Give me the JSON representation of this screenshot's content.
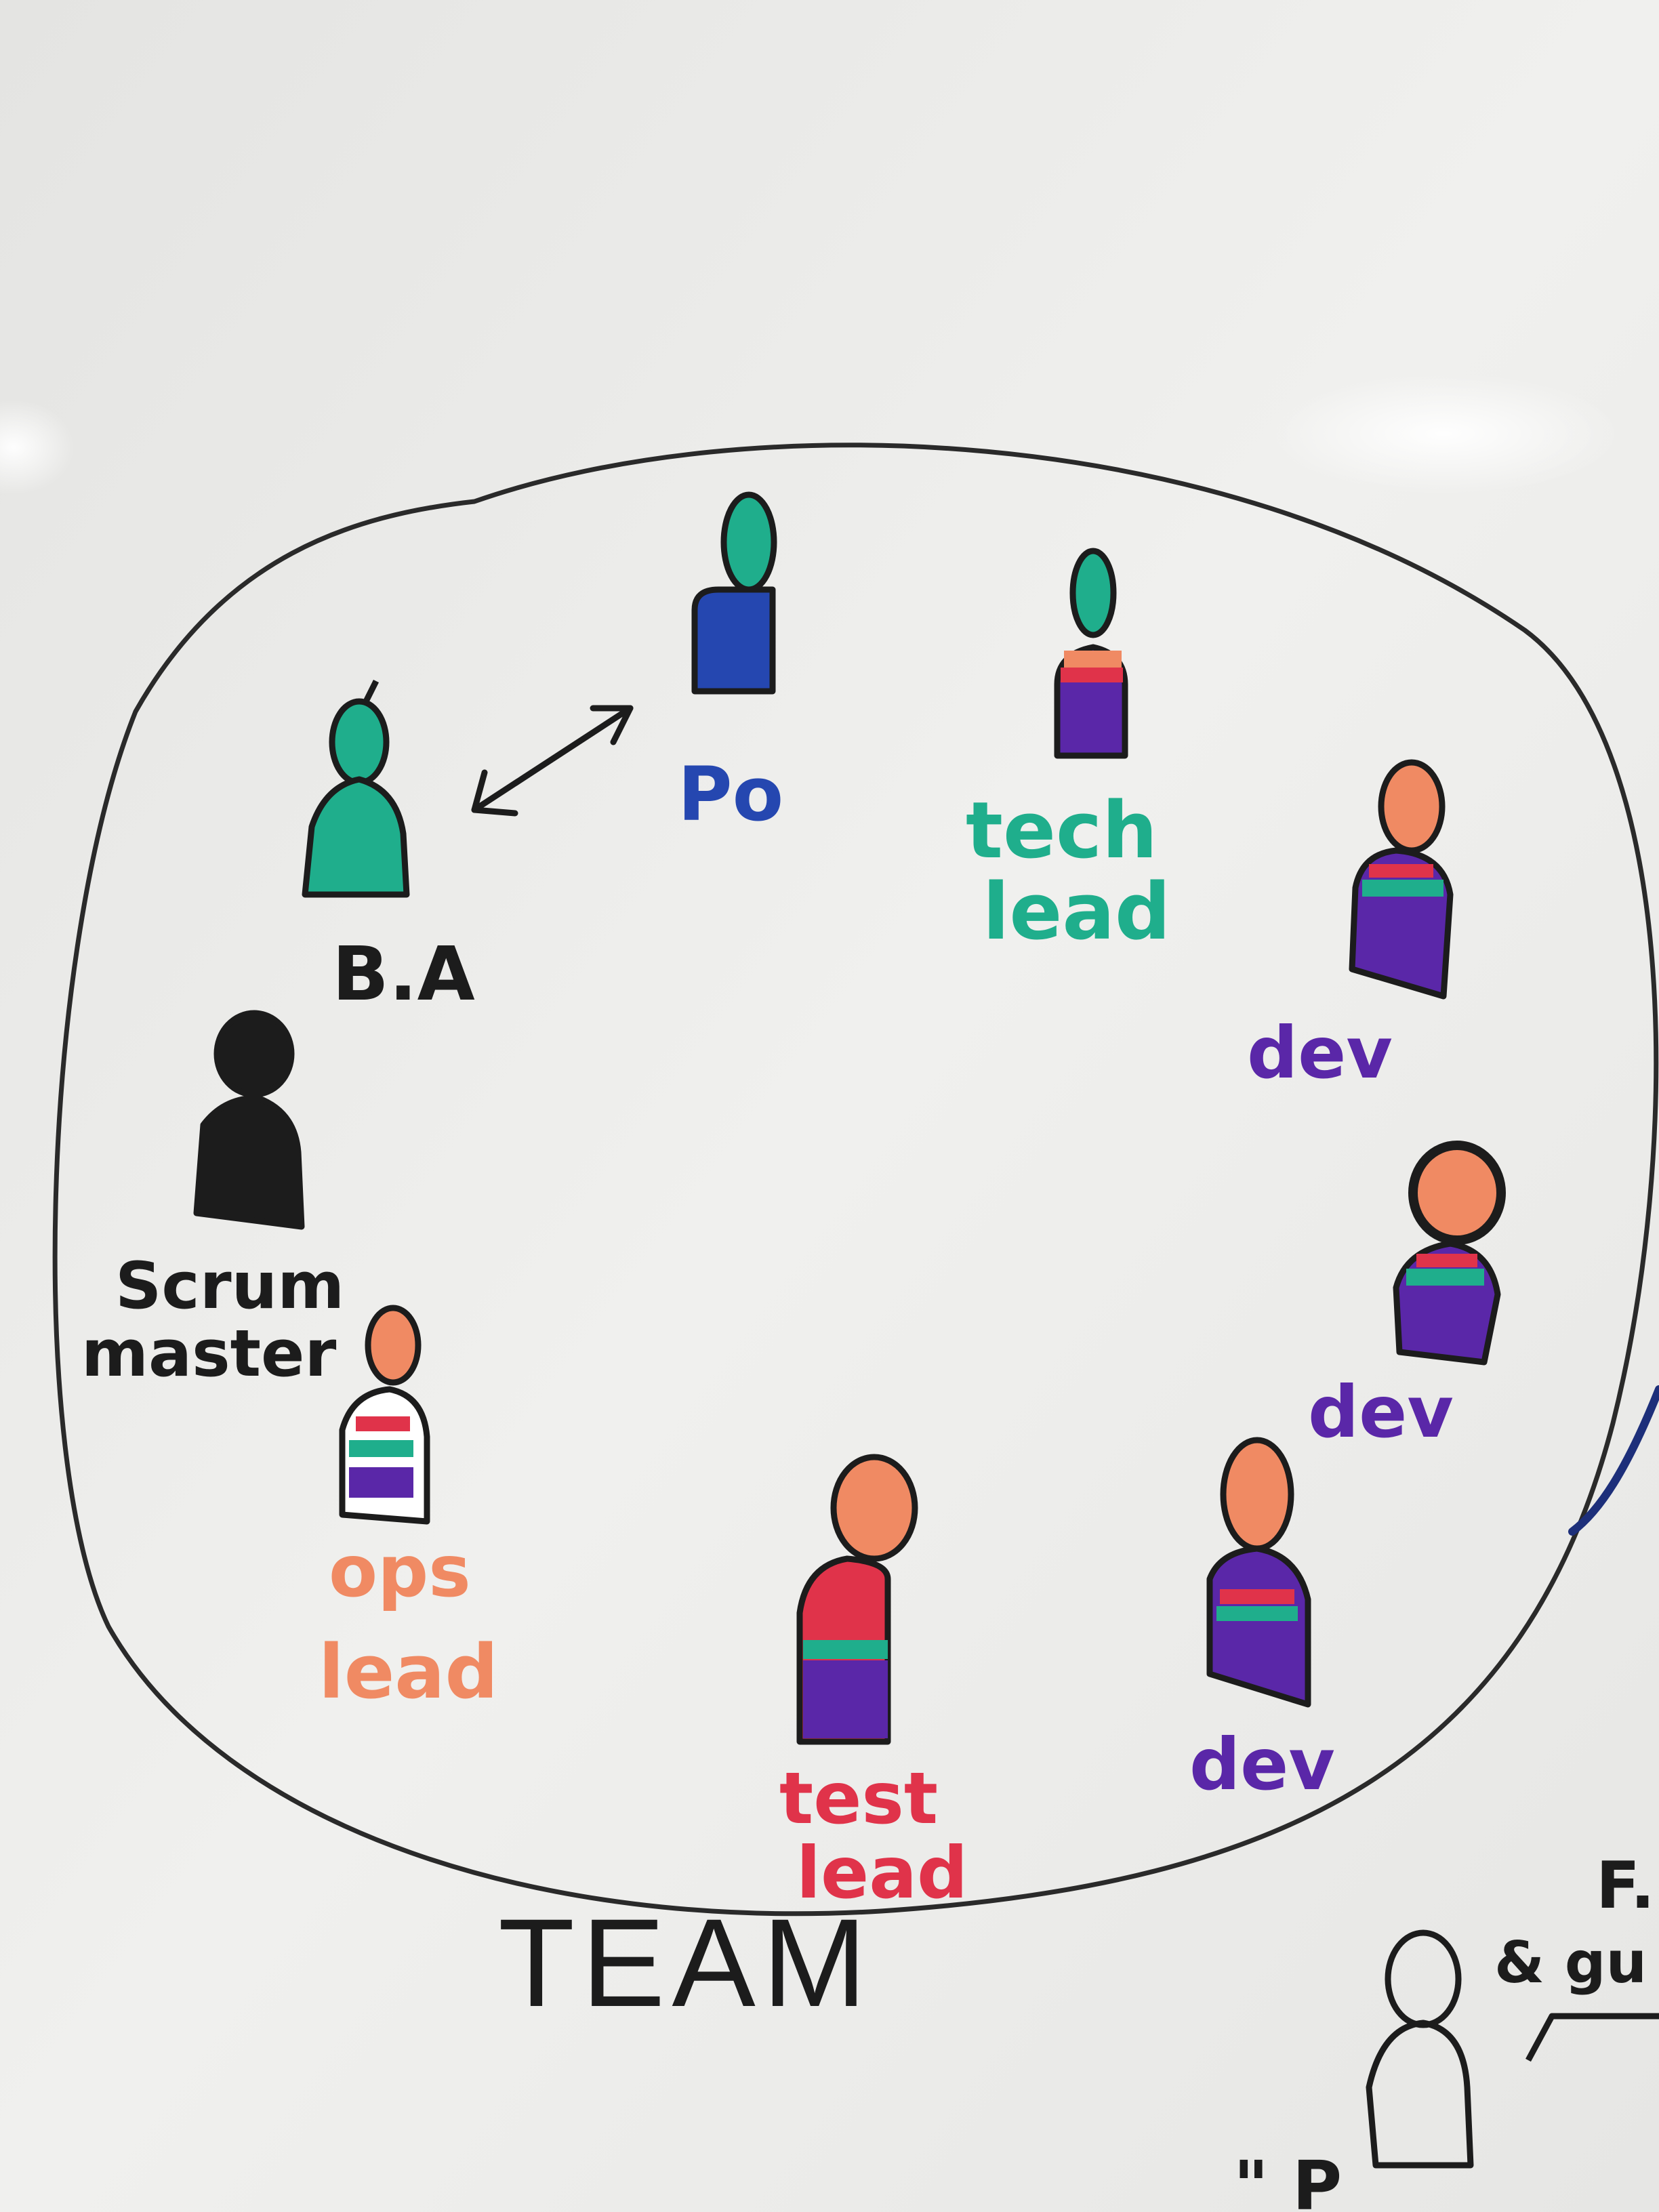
{
  "title": "TEAM",
  "roles": {
    "po": "Po",
    "tech_lead": [
      "tech",
      "lead"
    ],
    "ba": "B.A",
    "scrum_master": [
      "Scrum",
      "master"
    ],
    "dev_1": "dev",
    "dev_2": "dev",
    "dev_3": "dev",
    "ops_lead": [
      "ops",
      "lead"
    ],
    "test_lead": [
      "test",
      "lead"
    ]
  },
  "edge_partial": [
    "F.",
    "& gu",
    "\"  P"
  ],
  "colors": {
    "board": "#eeeeec",
    "ink_black": "#1c1c1c",
    "teal": "#1fae8c",
    "blue": "#2547b0",
    "purple": "#5a27a8",
    "orange": "#f08a63",
    "red": "#e0334a"
  }
}
